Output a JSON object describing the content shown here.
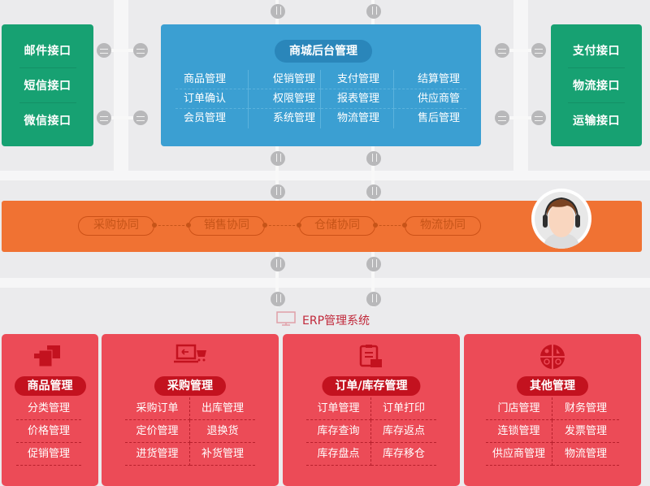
{
  "colors": {
    "background": "#ebebed",
    "interface_green": "#17a172",
    "mall_blue": "#3b9fd2",
    "mall_blue_title": "#2a86ba",
    "collab_orange": "#f07233",
    "erp_red": "#ec4b57",
    "erp_red_title": "#c3121f",
    "erp_label_red": "#c0283a",
    "connector_grey": "#b8b8ba"
  },
  "left_interfaces": {
    "items": [
      "邮件接口",
      "短信接口",
      "微信接口"
    ]
  },
  "right_interfaces": {
    "items": [
      "支付接口",
      "物流接口",
      "运输接口"
    ]
  },
  "mall_backend": {
    "title": "商城后台管理",
    "rows": [
      [
        "商品管理",
        "促销管理",
        "支付管理",
        "结算管理"
      ],
      [
        "订单确认",
        "权限管理",
        "报表管理",
        "供应商管"
      ],
      [
        "会员管理",
        "系统管理",
        "物流管理",
        "售后管理"
      ]
    ]
  },
  "collaboration": {
    "items": [
      "采购协同",
      "销售协同",
      "仓储协同",
      "物流协同"
    ],
    "avatar_icon": "customer-service-avatar-icon"
  },
  "erp": {
    "label": "ERP管理系统",
    "icon": "monitor-icon",
    "modules": [
      {
        "title": "商品管理",
        "icon": "boxes-icon",
        "rows": [
          [
            "分类管理"
          ],
          [
            "价格管理"
          ],
          [
            "促销管理"
          ]
        ]
      },
      {
        "title": "采购管理",
        "icon": "laptop-cart-icon",
        "rows": [
          [
            "采购订单",
            "出库管理"
          ],
          [
            "定价管理",
            "退换货"
          ],
          [
            "进货管理",
            "补货管理"
          ]
        ]
      },
      {
        "title": "订单/库存管理",
        "icon": "clipboard-icon",
        "rows": [
          [
            "订单管理",
            "订单打印"
          ],
          [
            "库存查询",
            "库存返点"
          ],
          [
            "库存盘点",
            "库存移仓"
          ]
        ]
      },
      {
        "title": "其他管理",
        "icon": "pie-quadrant-icon",
        "rows": [
          [
            "门店管理",
            "财务管理"
          ],
          [
            "连锁管理",
            "发票管理"
          ],
          [
            "供应商管理",
            "物流管理"
          ]
        ]
      }
    ]
  }
}
